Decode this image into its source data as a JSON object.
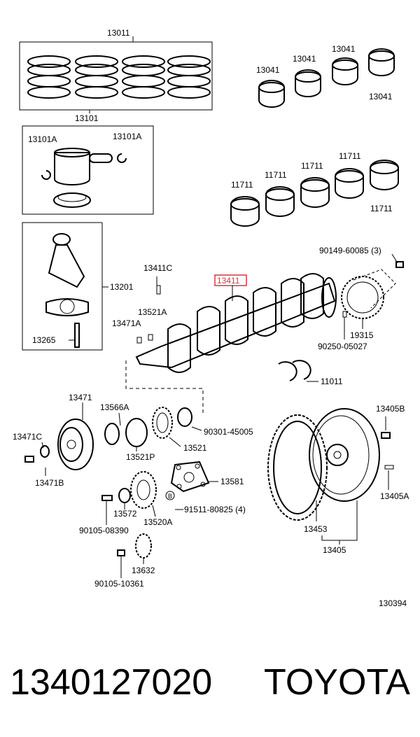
{
  "diagram": {
    "labels": {
      "pistonRings": "13011",
      "pistonSet": "13101",
      "pistonPinClipLeft": "13101A",
      "pistonPinClipRight": "13101A",
      "conRodBearingA": "13041",
      "conRodBearingB": "13041",
      "conRodBearingC": "13041",
      "conRodBearingD": "13041",
      "mainBearingA": "11711",
      "mainBearingB": "11711",
      "mainBearingC": "11711",
      "mainBearingD": "11711",
      "mainBearingE": "11711",
      "conRod": "13201",
      "conRodBolt": "13265",
      "crankKey": "13411C",
      "crankshaft": "13411",
      "keyA": "13521A",
      "keyB": "13471A",
      "plateBolt": "90149-60085 (3)",
      "timingPlate": "19315",
      "plateKnockPin": "90250-05027",
      "thrustWasher": "11011",
      "pulley": "13471",
      "pulleyWasher": "13471C",
      "pulleyBolt": "13471B",
      "spacer": "13566A",
      "crankGear": "13521P",
      "timingGear": "13521",
      "oRing": "90301-45005",
      "flywheelBolt": "13405B",
      "idlerPlate": "13581",
      "idlerWasher": "13572",
      "idlerGear": "13520A",
      "plateBolts": "91511-80825 (4)",
      "idlerBolt": "90105-08390",
      "smallGear": "13632",
      "smallGearBolt": "90105-10361",
      "ringGear": "13453",
      "flywheel": "13405",
      "flywheelPin": "13405A",
      "diagramCode": "130394"
    }
  },
  "footer": {
    "partNumber": "1340127020",
    "brand": "TOYOTA"
  }
}
